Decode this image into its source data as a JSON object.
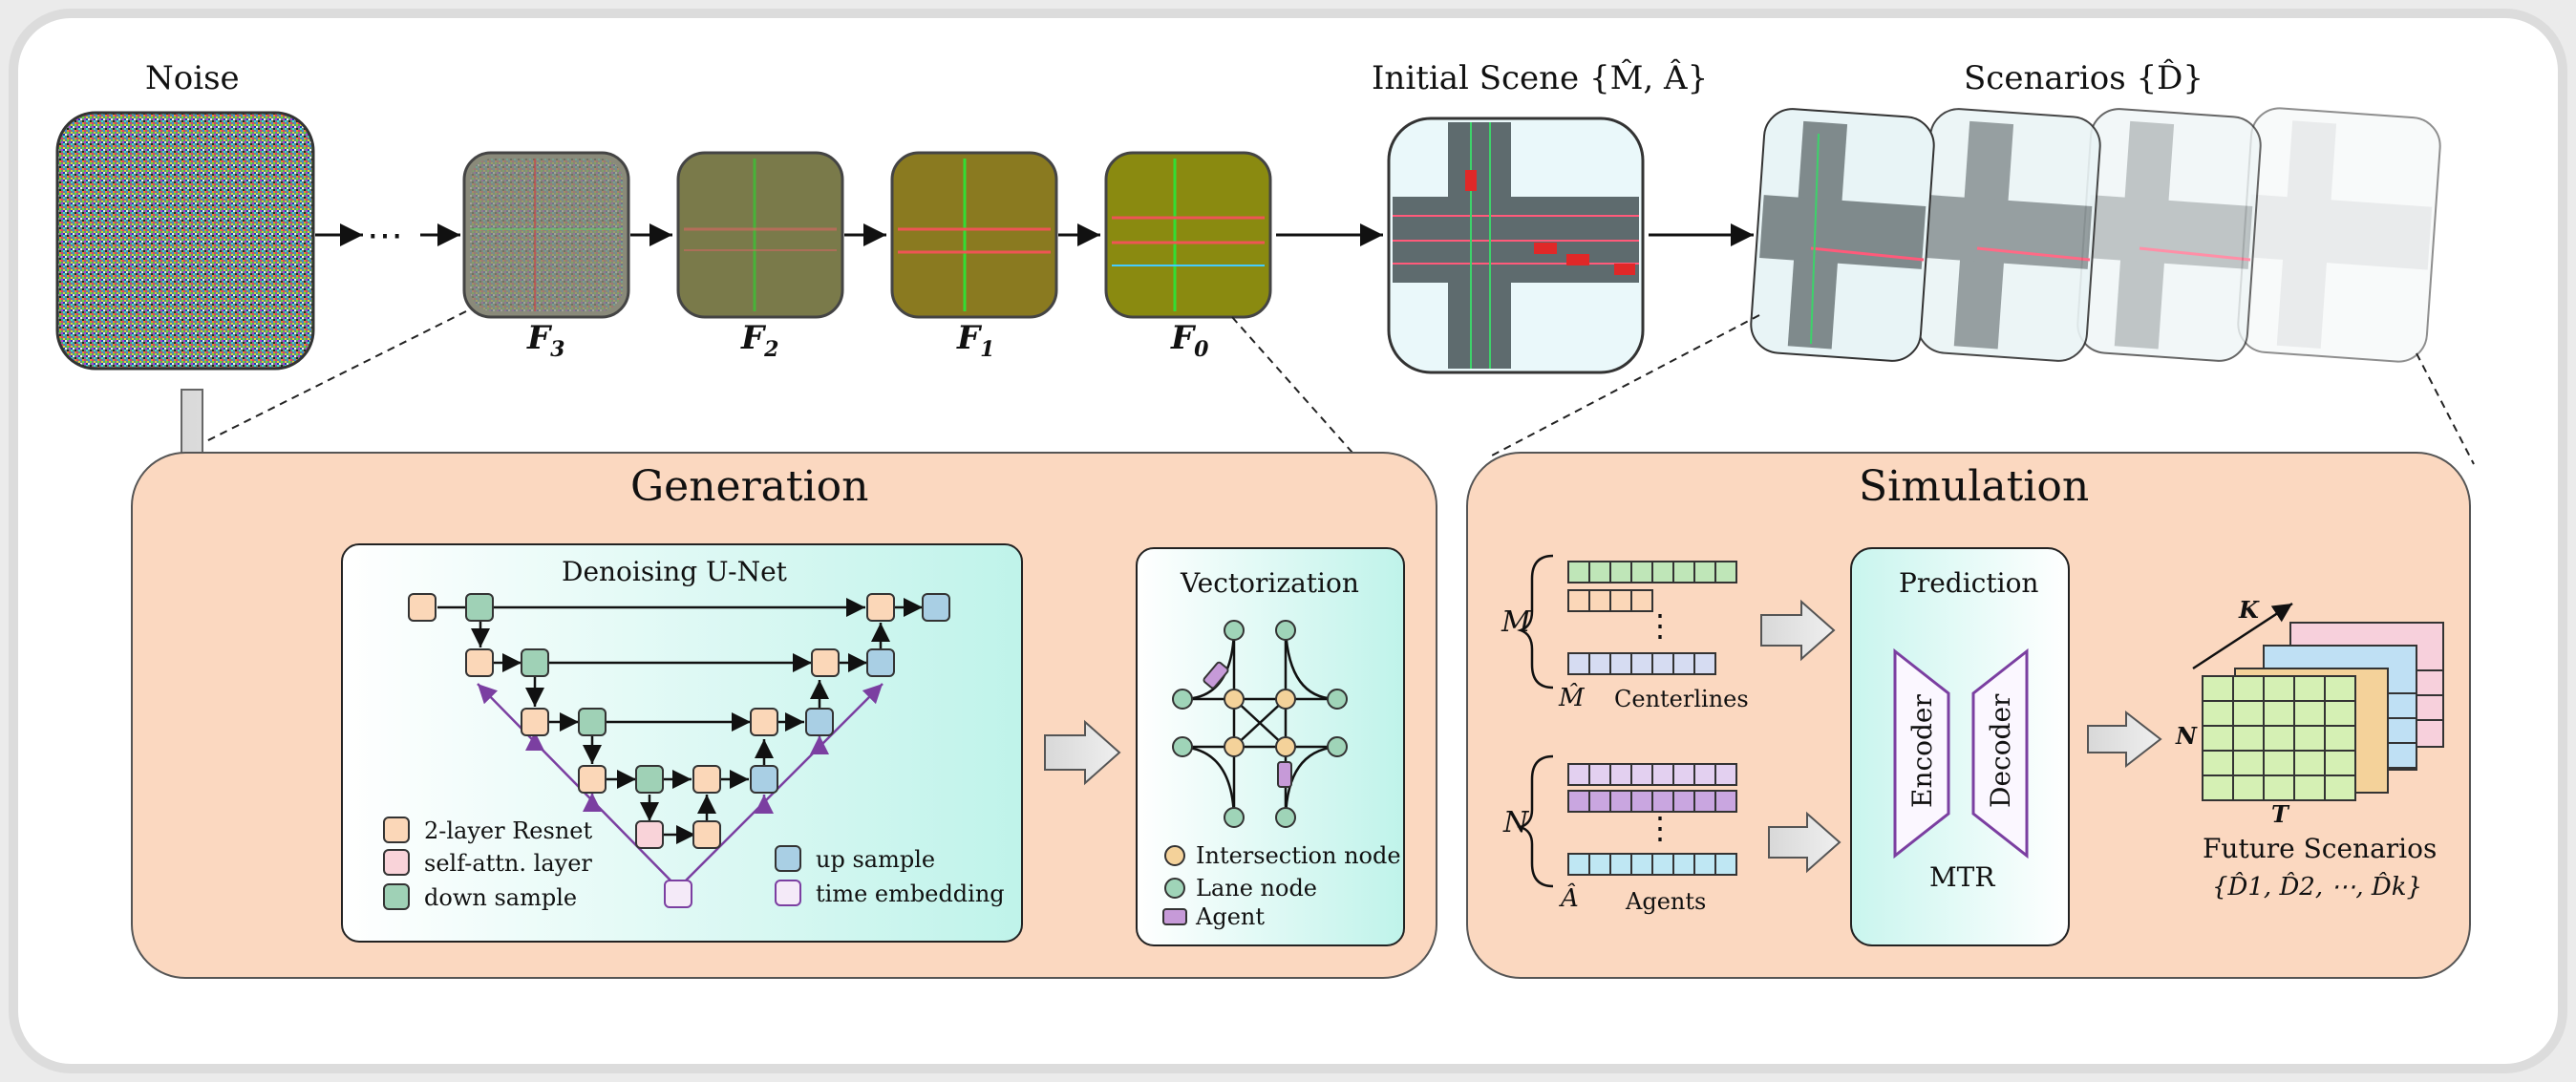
{
  "top": {
    "noise_label": "Noise",
    "initial_scene_label": "Initial Scene {M̂, Â}",
    "scenarios_label": "Scenarios {D̂}",
    "frames": [
      {
        "label": "F",
        "sub": "3"
      },
      {
        "label": "F",
        "sub": "2"
      },
      {
        "label": "F",
        "sub": "1"
      },
      {
        "label": "F",
        "sub": "0"
      }
    ],
    "ellipsis": "⋯"
  },
  "generation": {
    "title": "Generation",
    "unet_title": "Denoising U-Net",
    "legend": {
      "resnet": "2-layer Resnet",
      "self_attn": "self-attn. layer",
      "down": "down sample",
      "up": "up sample",
      "time": "time embedding"
    },
    "vectorization": {
      "title": "Vectorization",
      "intersection": "Intersection node",
      "lane": "Lane node",
      "agent": "Agent"
    }
  },
  "simulation": {
    "title": "Simulation",
    "m_label": "M",
    "n_label": "N",
    "m_hat": "M̂",
    "centerlines": "Centerlines",
    "a_hat": "Â",
    "agents": "Agents",
    "vdots": "⋮",
    "prediction": "Prediction",
    "encoder": "Encoder",
    "decoder": "Decoder",
    "mtr": "MTR",
    "k_label": "K",
    "n2_label": "N",
    "t_label": "T",
    "future": "Future Scenarios",
    "future_set": "{D̂1, D̂2, ⋯, D̂k}"
  },
  "colors": {
    "panel": "#fbd8c0",
    "resnet": "#fbd7b8",
    "self_attn": "#f9d3d9",
    "down": "#9fd1b6",
    "up": "#a9cfe4",
    "time": "#f4eaf8",
    "purple": "#7b3fa1",
    "lane_node": "#9fd4b8",
    "intersection_node": "#f4d29a",
    "agent_box": "#c69ad8",
    "centerline_row": "#bfe6b8",
    "agent_row": "#bfe7f3"
  }
}
